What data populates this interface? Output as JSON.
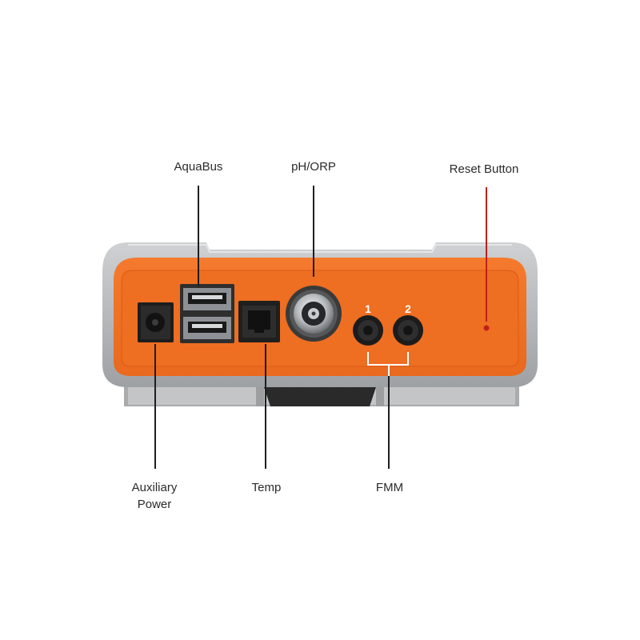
{
  "labels": {
    "aquabus": "AquaBus",
    "ph_orp": "pH/ORP",
    "reset_button": "Reset Button",
    "auxiliary_power_line1": "Auxiliary",
    "auxiliary_power_line2": "Power",
    "temp": "Temp",
    "fmm": "FMM"
  },
  "port_numbers": {
    "fmm_port_1": "1",
    "fmm_port_2": "2"
  },
  "colors": {
    "housing_orange": "#f0742a",
    "housing_gray": "#b4b6b8",
    "leader_line": "#1e1e1e",
    "reset_led": "#c0201a"
  }
}
